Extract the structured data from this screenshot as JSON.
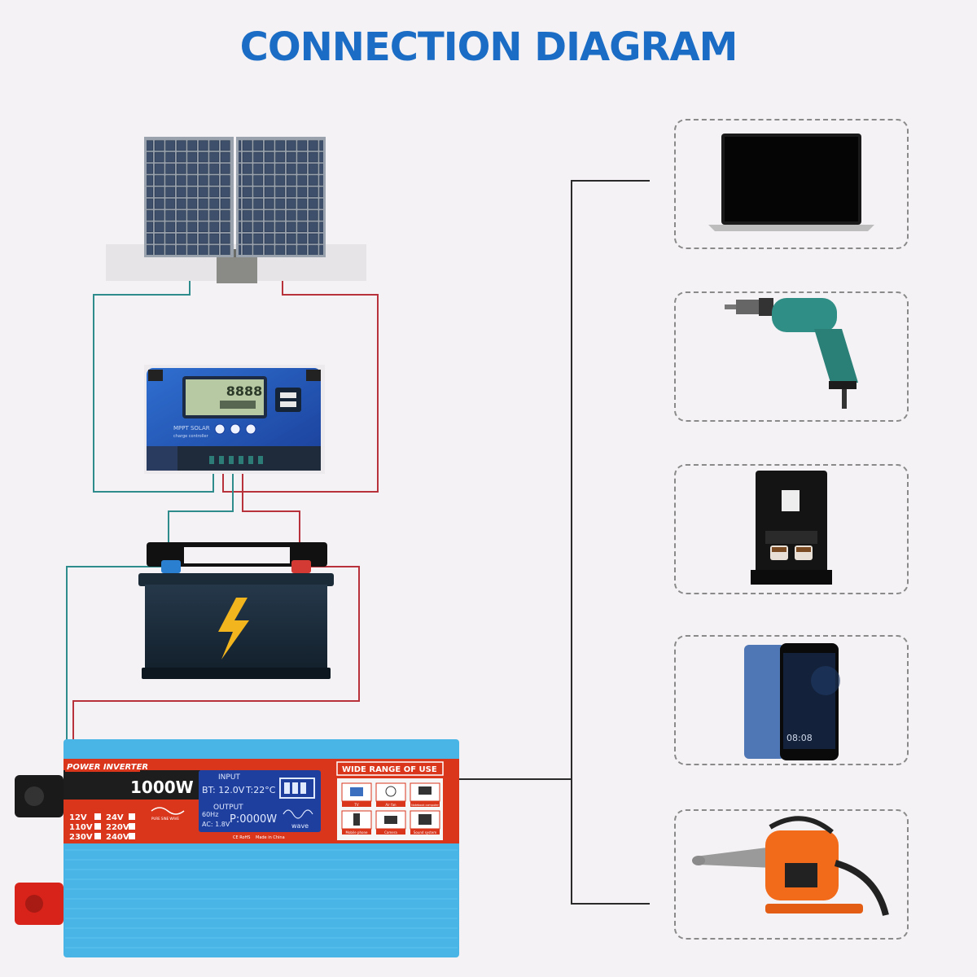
{
  "title": "CONNECTION DIAGRAM",
  "colors": {
    "title": "#1a6cc4",
    "positive_wire": "#b7323b",
    "negative_wire": "#2f8c8c",
    "load_wire": "#2a2a2a",
    "inverter_body": "#48b5e6",
    "inverter_panel": "#d9361c"
  },
  "controller": {
    "display": "8888",
    "brand": "MPPT SOLAR",
    "subtitle": "charge controller"
  },
  "inverter": {
    "badge": "POWER INVERTER",
    "wattage": "1000W",
    "input_label": "INPUT",
    "battery_reading": "BT: 12.0V",
    "temp_reading": "T:22°C",
    "output_label": "OUTPUT",
    "freq_reading": "60Hz",
    "ac_reading": "AC: 1.8V",
    "power_reading": "P:0000W",
    "wave_label": "wave",
    "wave_type": "PURE SINE WAVE",
    "wide_range_title": "WIDE RANGE OF USE",
    "use_icons": [
      "TV",
      "Air fan",
      "Notebook computer",
      "Mobile phone",
      "Camera",
      "Sound system"
    ],
    "voltages_left": [
      "12V",
      "110V",
      "230V"
    ],
    "voltages_right": [
      "24V",
      "220V",
      "240V"
    ],
    "certification": "CE RoHS",
    "made_in": "Made in China"
  },
  "phone": {
    "clock": "08:08"
  },
  "appliances": [
    {
      "name": "laptop-icon"
    },
    {
      "name": "power-drill-icon"
    },
    {
      "name": "coffee-machine-icon"
    },
    {
      "name": "smartphone-icon"
    },
    {
      "name": "chainsaw-icon"
    }
  ]
}
